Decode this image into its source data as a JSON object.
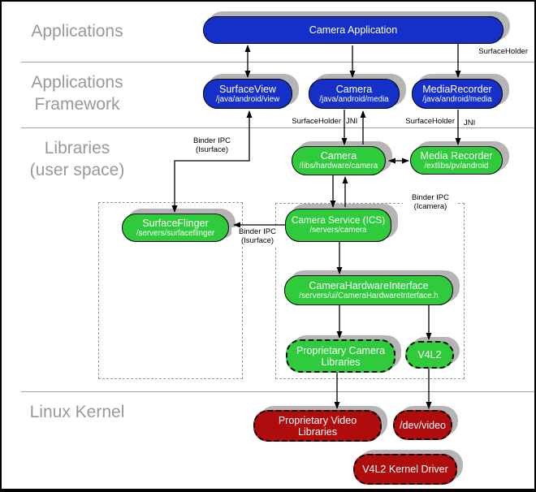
{
  "layers": [
    {
      "label": "Applications"
    },
    {
      "label": "Applications\nFramework"
    },
    {
      "label": "Libraries\n(user space)"
    },
    {
      "label": "Linux Kernel"
    }
  ],
  "nodes": {
    "camera_application": {
      "title": "Camera Application"
    },
    "surface_view": {
      "title": "SurfaceView",
      "path": "/java/android/view"
    },
    "camera_java": {
      "title": "Camera",
      "path": "/java/android/media"
    },
    "media_recorder_java": {
      "title": "MediaRecorder",
      "path": "/java/android/media"
    },
    "camera_lib": {
      "title": "Camera",
      "path": "/libs/hardware/camera"
    },
    "media_recorder_lib": {
      "title": "Media Recorder",
      "path": "/extlibs/pv/android"
    },
    "surface_flinger": {
      "title": "SurfaceFlinger",
      "path": "/servers/surfaceflinger"
    },
    "camera_service": {
      "title": "Camera Service (ICS)",
      "path": "/servers/camera"
    },
    "camera_hardware_interface": {
      "title": "CameraHardwareInterface",
      "path": "/servers/ui/CameraHardwareInterface.h"
    },
    "proprietary_camera_libraries": {
      "title": "Proprietary Camera\nLibraries"
    },
    "v4l2": {
      "title": "V4L2"
    },
    "proprietary_video_libraries": {
      "title": "Proprietary Video\nLibraries"
    },
    "dev_video": {
      "title": "/dev/video"
    },
    "v4l2_kernel_driver": {
      "title": "V4L2 Kernel Driver"
    }
  },
  "labels": {
    "surfaceholder_top": "SurfaceHolder",
    "surfaceholder_camera": "SurfaceHolder",
    "jni_camera": "JNI",
    "surfaceholder_mediarecorder": "SurfaceHolder",
    "jni_mediarecorder": "JNI",
    "binder_ipc_isurface_top": "Binder IPC\n(Isurface)",
    "binder_ipc_icamera": "Binder IPC\n(Icamera)",
    "binder_ipc_isurface_side": "Binder IPC\n(Isurface)"
  },
  "colors": {
    "app_blue": "#1430C8",
    "lib_green": "#2FCB3C",
    "kernel_red": "#AF0D0D",
    "shadow_gray": "#B5B5B5",
    "label_gray": "#999999"
  }
}
